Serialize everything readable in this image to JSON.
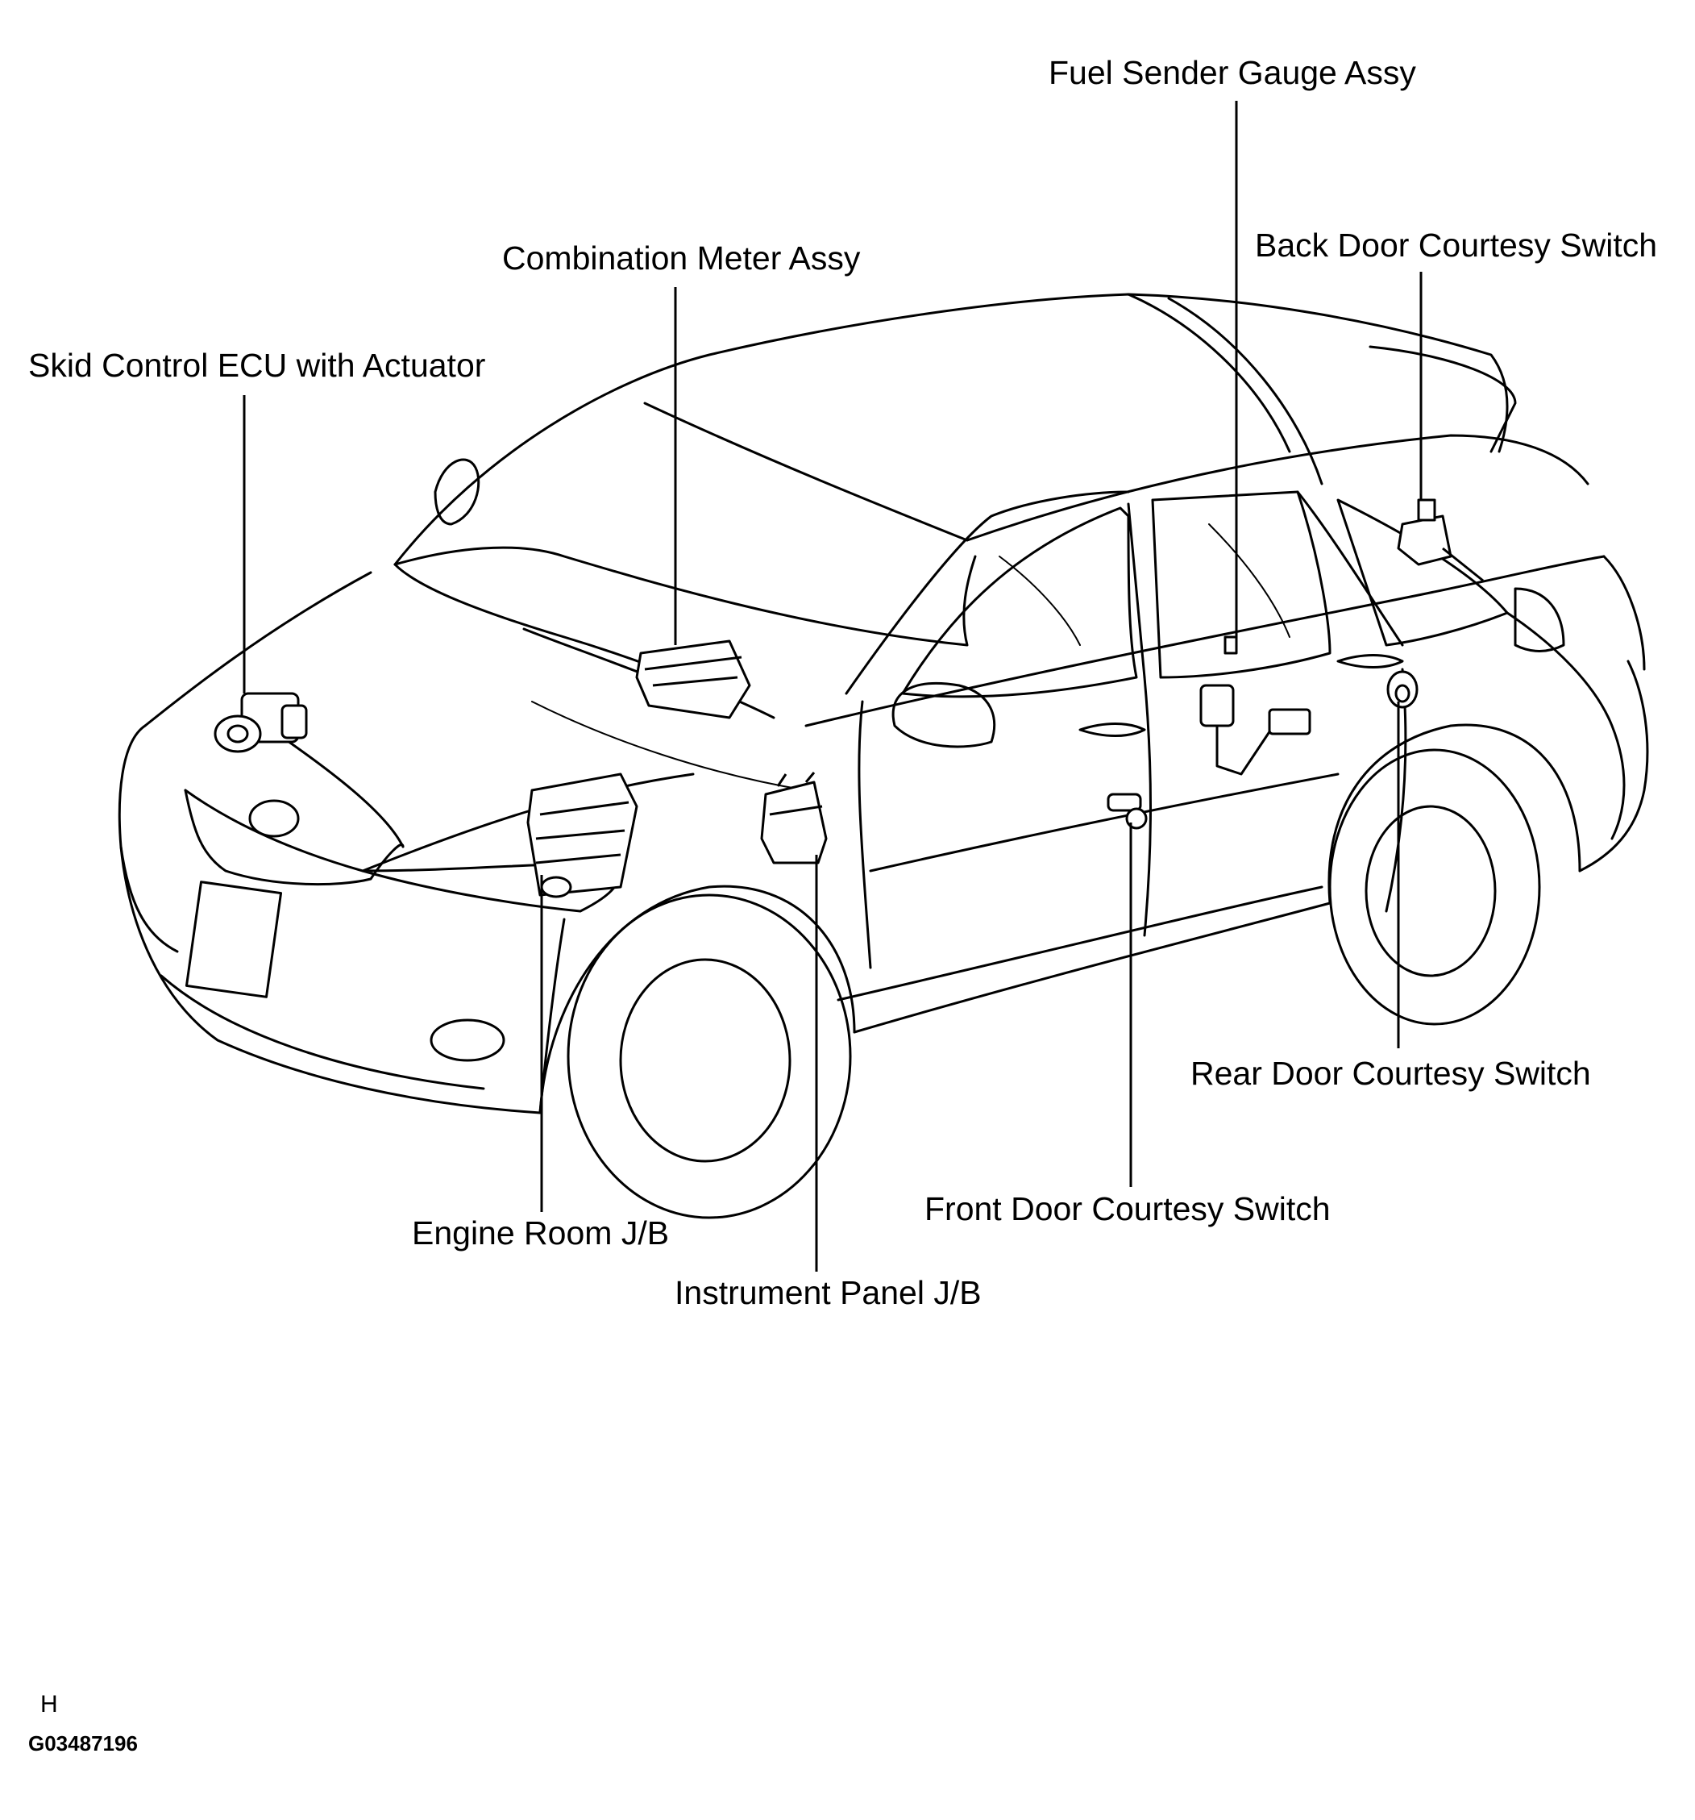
{
  "callouts": [
    {
      "key": "fuel_sender",
      "label": "Fuel Sender Gauge Assy"
    },
    {
      "key": "back_door_switch",
      "label": "Back Door Courtesy Switch"
    },
    {
      "key": "combination_meter",
      "label": "Combination Meter Assy"
    },
    {
      "key": "skid_control_ecu",
      "label": "Skid Control ECU with Actuator"
    },
    {
      "key": "rear_door_switch",
      "label": "Rear Door Courtesy Switch"
    },
    {
      "key": "front_door_switch",
      "label": "Front Door Courtesy Switch"
    },
    {
      "key": "engine_room_jb",
      "label": "Engine Room J/B"
    },
    {
      "key": "instrument_panel_jb",
      "label": "Instrument Panel J/B"
    }
  ],
  "footer": {
    "letter": "H",
    "figure_code": "G03487196"
  }
}
